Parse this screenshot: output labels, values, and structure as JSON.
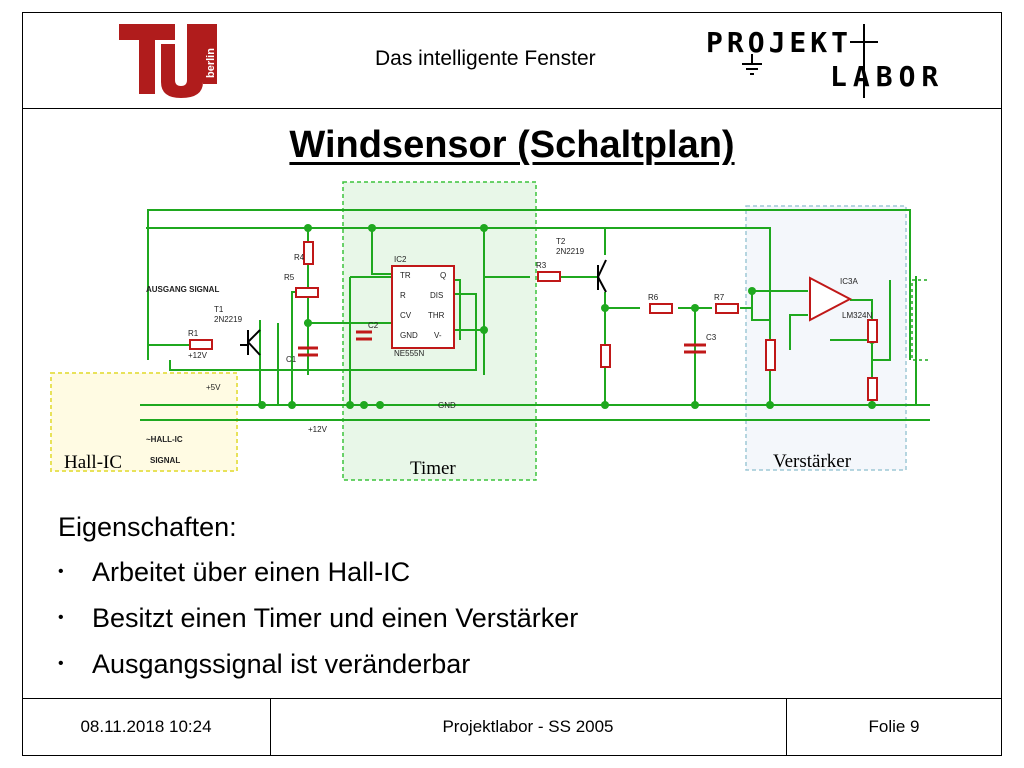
{
  "header": {
    "title": "Das intelligente Fenster",
    "tu_logo_text": "berlin",
    "projektlabor_line1": "PROJEKT",
    "projektlabor_line2": "LABOR"
  },
  "slide": {
    "title": "Windsensor (Schaltplan)"
  },
  "schematic": {
    "regions": {
      "hall_ic": "Hall-IC",
      "timer": "Timer",
      "verstaerker": "Verstärker"
    },
    "labels": {
      "ausgang_signal": "AUSGANG SIGNAL",
      "hall_ic_signal_1": "~HALL-IC",
      "hall_ic_signal_2": "SIGNAL",
      "t1": "T1",
      "t1_type": "2N2219",
      "t2": "T2",
      "t2_type": "2N2219",
      "r1": "R1",
      "r3": "R3",
      "r4": "R4",
      "r5": "R5",
      "r6": "R6",
      "r7": "R7",
      "c1": "C1",
      "c2": "C2",
      "c3": "C3",
      "ic2": "IC2",
      "ne555": "NE555N",
      "ic3a": "IC3A",
      "lm324": "LM324N",
      "plus12v_a": "+12V",
      "plus5v": "+5V",
      "gnd": "GND",
      "plus12v_b": "+12V",
      "pin_tr": "TR",
      "pin_q": "Q",
      "pin_r": "R",
      "pin_dis": "DIS",
      "pin_cv": "CV",
      "pin_thr": "THR",
      "pin_gnd": "GND",
      "pin_v": "V-"
    }
  },
  "properties": {
    "heading": "Eigenschaften:",
    "items": [
      "Arbeitet über einen Hall-IC",
      "Besitzt einen Timer und einen Verstärker",
      "Ausgangssignal ist veränderbar"
    ]
  },
  "footer": {
    "date": "08.11.2018 10:24",
    "course": "Projektlabor - SS 2005",
    "slide_number": "Folie 9"
  }
}
